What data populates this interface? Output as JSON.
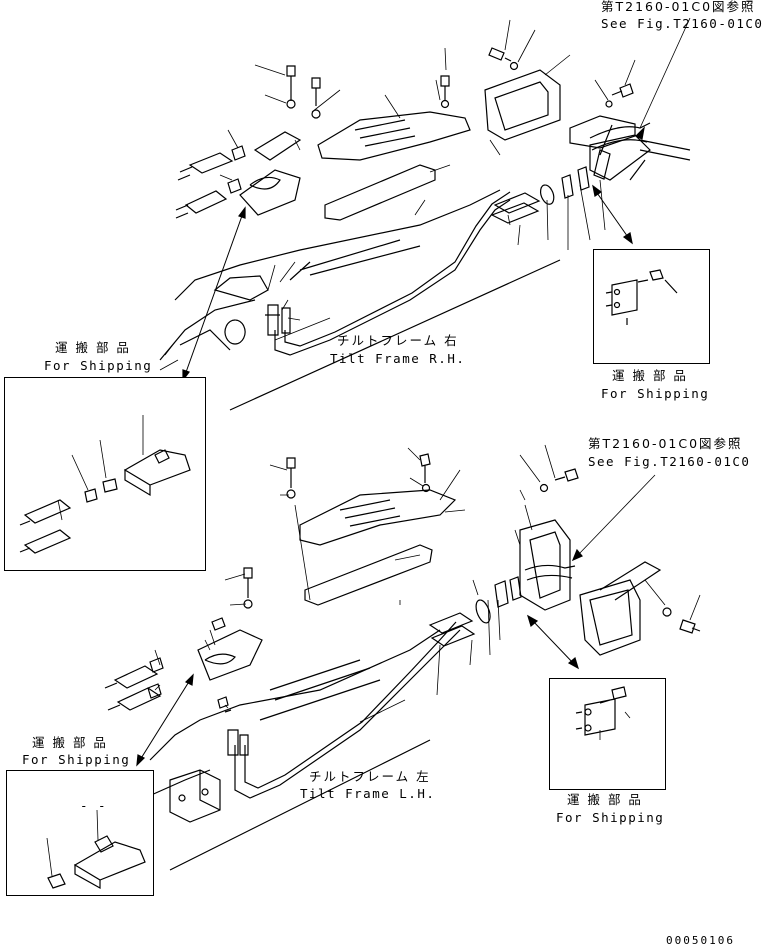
{
  "labels": {
    "ref_top_jp": "第T2160-01C0図参照",
    "ref_top_en": "See Fig.T2160-01C0",
    "ref_mid_jp": "第T2160-01C0図参照",
    "ref_mid_en": "See Fig.T2160-01C0",
    "tilt_rh_jp": "チルトフレーム 右",
    "tilt_rh_en": "Tilt Frame R.H.",
    "tilt_lh_jp": "チルトフレーム 左",
    "tilt_lh_en": "Tilt Frame L.H.",
    "ship_1_jp": "運 搬 部 品",
    "ship_1_en": "For Shipping",
    "ship_2_jp": "運 搬 部 品",
    "ship_2_en": "For Shipping",
    "ship_3_jp": "運 搬 部 品",
    "ship_3_en": "For Shipping",
    "ship_4_jp": "運 搬 部 品",
    "ship_4_en": "For Shipping",
    "inset_dashes": "- -",
    "figure_code": "00050106"
  }
}
